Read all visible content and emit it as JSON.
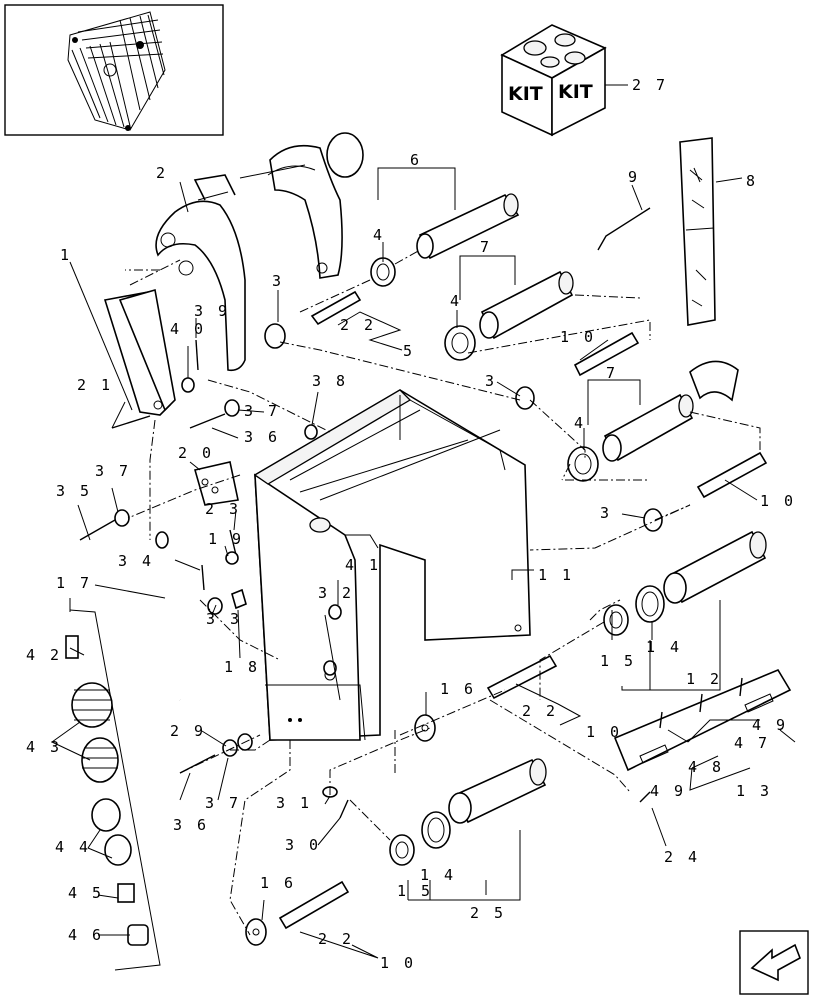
{
  "kit": {
    "label_left": "KIT",
    "label_right": "KIT"
  },
  "callouts": [
    {
      "id": "c27",
      "text": "2 7"
    },
    {
      "id": "c8",
      "text": "8"
    },
    {
      "id": "c9",
      "text": "9"
    },
    {
      "id": "c6",
      "text": "6"
    },
    {
      "id": "c2",
      "text": "2"
    },
    {
      "id": "c1",
      "text": "1"
    },
    {
      "id": "c4a",
      "text": "4"
    },
    {
      "id": "c7a",
      "text": "7"
    },
    {
      "id": "c4b",
      "text": "4"
    },
    {
      "id": "c3a",
      "text": "3"
    },
    {
      "id": "c39",
      "text": "3 9"
    },
    {
      "id": "c40",
      "text": "4 0"
    },
    {
      "id": "c22a",
      "text": "2 2"
    },
    {
      "id": "c5",
      "text": "5"
    },
    {
      "id": "c21",
      "text": "2 1"
    },
    {
      "id": "c38",
      "text": "3 8"
    },
    {
      "id": "c37a",
      "text": "3 7"
    },
    {
      "id": "c36a",
      "text": "3 6"
    },
    {
      "id": "c10a",
      "text": "1 0"
    },
    {
      "id": "c3b",
      "text": "3"
    },
    {
      "id": "c7b",
      "text": "7"
    },
    {
      "id": "c4c",
      "text": "4"
    },
    {
      "id": "c20",
      "text": "2 0"
    },
    {
      "id": "c35",
      "text": "3 5"
    },
    {
      "id": "c37b",
      "text": "3 7"
    },
    {
      "id": "c23",
      "text": "2 3"
    },
    {
      "id": "c19",
      "text": "1 9"
    },
    {
      "id": "c34",
      "text": "3 4"
    },
    {
      "id": "c17",
      "text": "1 7"
    },
    {
      "id": "c3c",
      "text": "3"
    },
    {
      "id": "c10b",
      "text": "1 0"
    },
    {
      "id": "c11",
      "text": "1 1"
    },
    {
      "id": "c41",
      "text": "4 1"
    },
    {
      "id": "c32",
      "text": "3 2"
    },
    {
      "id": "c33",
      "text": "3 3"
    },
    {
      "id": "c18",
      "text": "1 8"
    },
    {
      "id": "c42",
      "text": "4 2"
    },
    {
      "id": "c15a",
      "text": "1 5"
    },
    {
      "id": "c14a",
      "text": "1 4"
    },
    {
      "id": "c12",
      "text": "1 2"
    },
    {
      "id": "c16a",
      "text": "1 6"
    },
    {
      "id": "c22b",
      "text": "2 2"
    },
    {
      "id": "c10c",
      "text": "1 0"
    },
    {
      "id": "c43",
      "text": "4 3"
    },
    {
      "id": "c29",
      "text": "2 9"
    },
    {
      "id": "c49a",
      "text": "4 9"
    },
    {
      "id": "c47",
      "text": "4 7"
    },
    {
      "id": "c48",
      "text": "4 8"
    },
    {
      "id": "c49b",
      "text": "4 9"
    },
    {
      "id": "c13",
      "text": "1 3"
    },
    {
      "id": "c37c",
      "text": "3 7"
    },
    {
      "id": "c36b",
      "text": "3 6"
    },
    {
      "id": "c31",
      "text": "3 1"
    },
    {
      "id": "c44",
      "text": "4 4"
    },
    {
      "id": "c30",
      "text": "3 0"
    },
    {
      "id": "c24",
      "text": "2 4"
    },
    {
      "id": "c15b",
      "text": "1 5"
    },
    {
      "id": "c14b",
      "text": "1 4"
    },
    {
      "id": "c45",
      "text": "4 5"
    },
    {
      "id": "c25",
      "text": "2 5"
    },
    {
      "id": "c46",
      "text": "4 6"
    },
    {
      "id": "c16b",
      "text": "1 6"
    },
    {
      "id": "c22c",
      "text": "2 2"
    },
    {
      "id": "c10d",
      "text": "1 0"
    }
  ],
  "icons": {
    "overview": "baler-rotor-overview-icon",
    "kit": "parts-kit-box-icon",
    "navigation": "next-page-arrow-icon"
  }
}
